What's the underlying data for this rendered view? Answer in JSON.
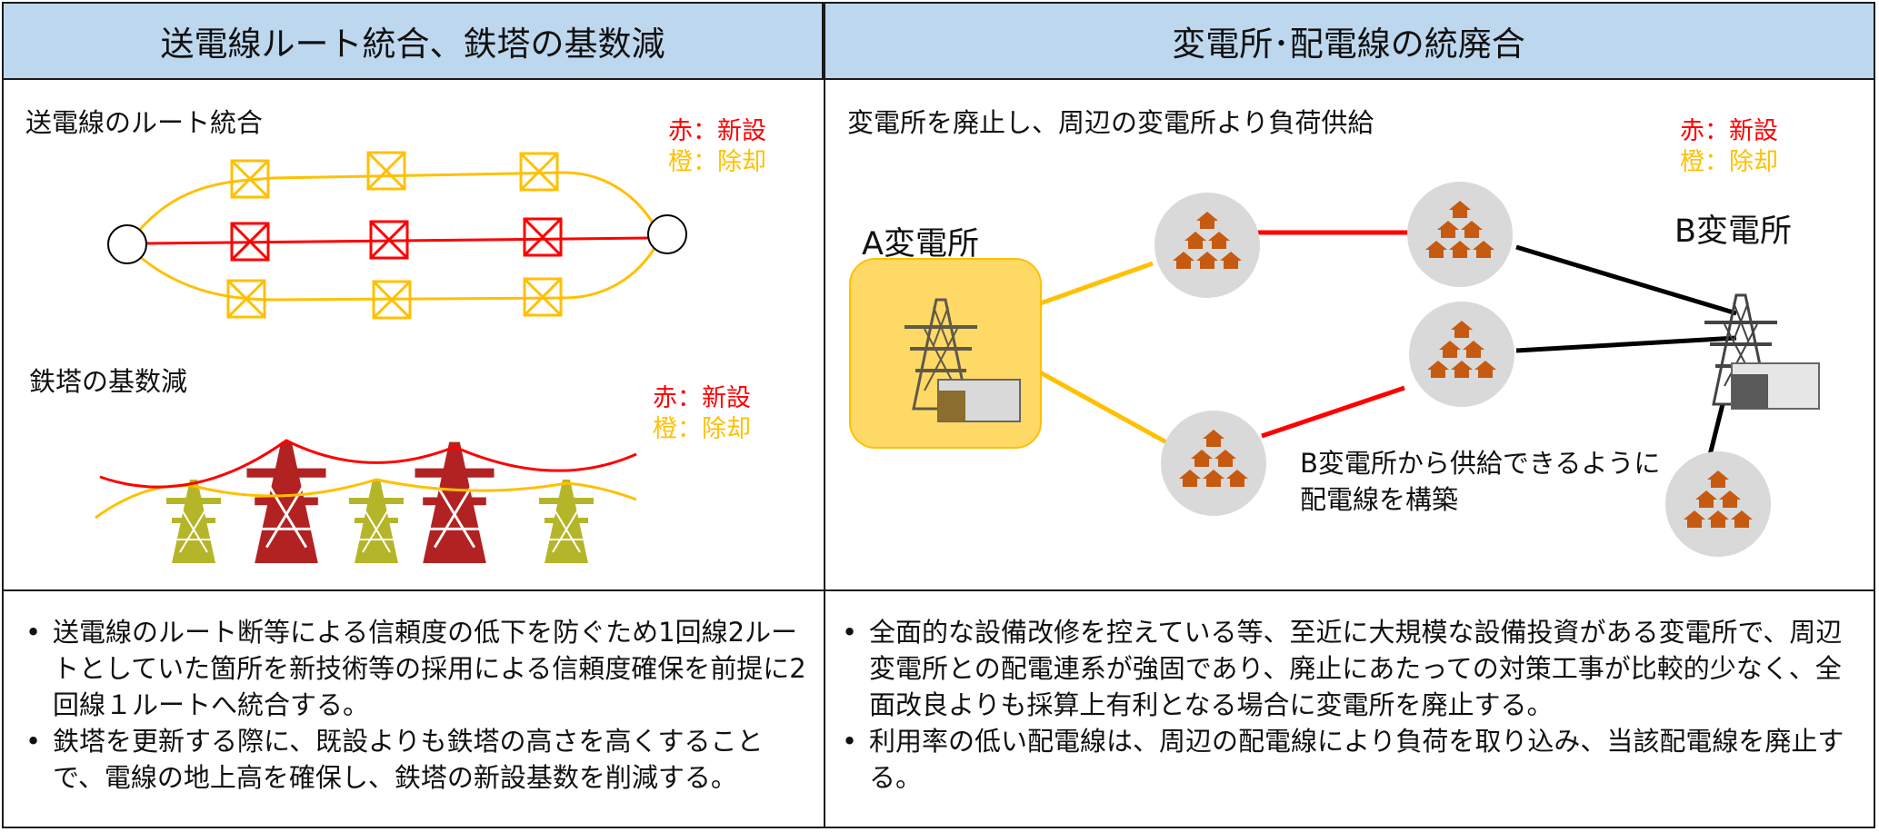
{
  "left": {
    "header": "送電線ルート統合、鉄塔の基数減",
    "section1_title": "送電線のルート統合",
    "section2_title": "鉄塔の基数減",
    "legend_red": "赤：新設",
    "legend_orange": "橙：除却",
    "bullets": [
      "送電線のルート断等による信頼度の低下を防ぐため1回線2ルートとしていた箇所を新技術等の採用による信頼度確保を前提に2回線１ルートへ統合する。",
      "鉄塔を更新する際に、既設よりも鉄塔の高さを高くすることで、電線の地上高を確保し、鉄塔の新設基数を削減する。"
    ]
  },
  "right": {
    "header": "変電所･配電線の統廃合",
    "caption": "変電所を廃止し、周辺の変電所より負荷供給",
    "legend_red": "赤：新設",
    "legend_orange": "橙：除却",
    "substation_a": "A変電所",
    "substation_b": "B変電所",
    "note": "B変電所から供給できるように配電線を構築",
    "bullets": [
      "全面的な設備改修を控えている等、至近に大規模な設備投資がある変電所で、周辺変電所との配電連系が強固であり、廃止にあたっての対策工事が比較的少なく、全面改良よりも採算上有利となる場合に変電所を廃止する。",
      "利用率の低い配電線は、周辺の配電線により負荷を取り込み、当該配電線を廃止する。"
    ]
  },
  "colors": {
    "header_bg": "#bdd7ee",
    "new": "#ff0000",
    "removed": "#ffc000",
    "existing": "#000000",
    "new_tower": "#b22222",
    "old_tower": "#b5b52a",
    "house": "#c65a11",
    "load_area": "#d9d9d9"
  }
}
